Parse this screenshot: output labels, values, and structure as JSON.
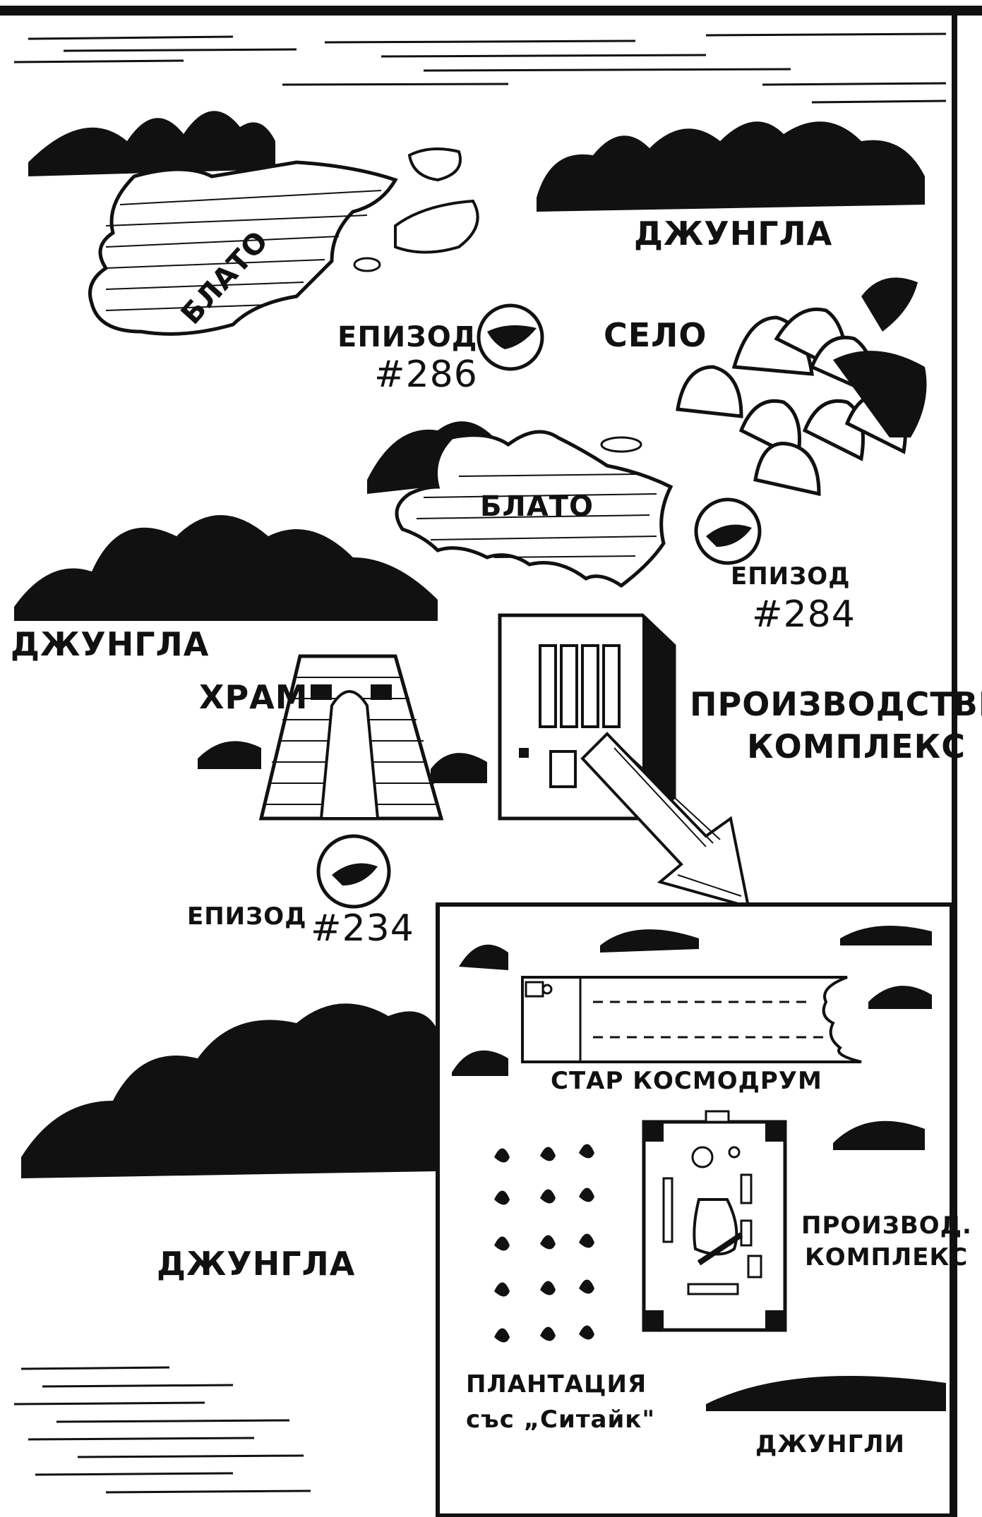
{
  "labels": {
    "jungle_top_right": "ДЖУНГЛА",
    "swamp_top": "БЛАТО",
    "episode_286_word": "ЕПИЗОД",
    "episode_286_num": "#286",
    "village": "СЕЛО",
    "swamp_middle": "БЛАТО",
    "episode_284_word": "ЕПИЗОД",
    "episode_284_num": "#284",
    "jungle_left": "ДЖУНГЛА",
    "temple": "ХРАМ",
    "production_complex_line1": "ПРОИЗВОДСТВЕН",
    "production_complex_line2": "КОМПЛЕКС",
    "episode_234_word": "ЕПИЗОД",
    "episode_234_num": "#234",
    "jungle_bottom": "ДЖУНГЛА",
    "inset": {
      "old_spaceport": "СТАР КОСМОДРУМ",
      "production_short_line1": "ПРОИЗВОД.",
      "production_short_line2": "КОМПЛЕКС",
      "plantation_line1": "ПЛАНТАЦИЯ",
      "plantation_line2": "със „Ситайк\"",
      "jungles": "ДЖУНГЛИ"
    }
  },
  "colors": {
    "ink": "#111111",
    "paper": "#ffffff"
  }
}
